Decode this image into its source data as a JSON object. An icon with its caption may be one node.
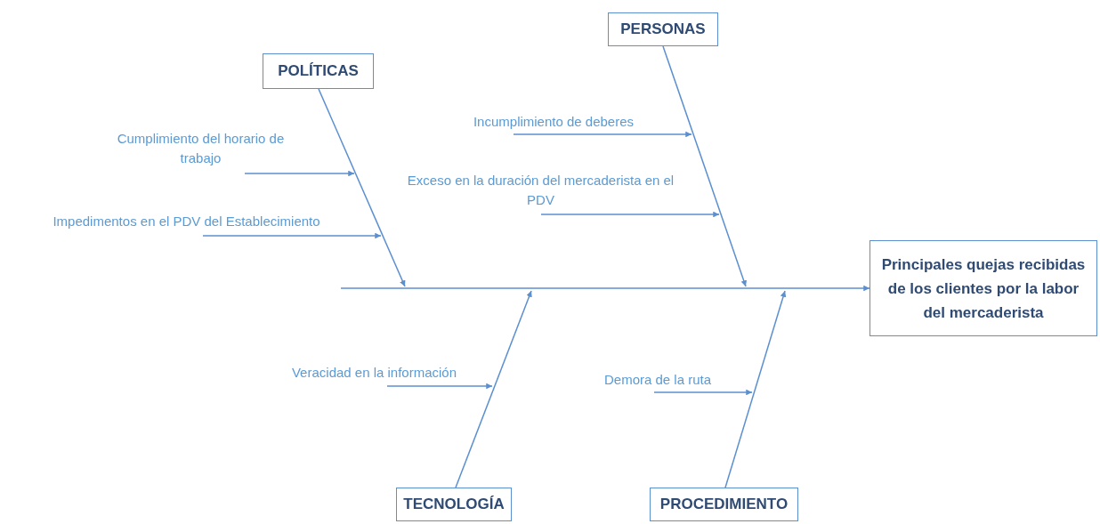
{
  "diagram": {
    "nodes": [
      {
        "text": [
          "POLÍTICAS"
        ]
      },
      {
        "text": [
          "Cumplimiento del horario de trabajo"
        ]
      },
      {
        "text": [
          "Impedimentos en el PDV del Establecimiento"
        ]
      },
      {
        "text": [
          "PERSONAS"
        ]
      },
      {
        "text": [
          "Incumplimiento de deberes"
        ]
      },
      {
        "text": [
          "Exceso en la duración del mercaderista en el PDV"
        ]
      },
      {
        "text": [
          "Principales quejas recibidas de los clientes por la labor del mercaderista"
        ]
      },
      {
        "text": [
          "TECNOLOGÍA"
        ]
      },
      {
        "text": [
          "Veracidad en la información"
        ]
      },
      {
        "text": [
          "PROCEDIMIENTO"
        ]
      },
      {
        "text": [
          "Demora de la ruta"
        ]
      }
    ],
    "edges": [
      {
        "from": 0,
        "to": 6,
        "arrow": "to"
      },
      {
        "from": 1,
        "to": null,
        "arrow": "to"
      },
      {
        "from": 2,
        "to": null,
        "arrow": "to"
      },
      {
        "from": 3,
        "to": 6,
        "arrow": "to"
      },
      {
        "from": 4,
        "to": null,
        "arrow": "to"
      },
      {
        "from": 5,
        "to": null,
        "arrow": "to"
      },
      {
        "from": 7,
        "to": 6,
        "arrow": "to"
      },
      {
        "from": 8,
        "to": null,
        "arrow": "to"
      },
      {
        "from": 9,
        "to": 6,
        "arrow": "to"
      },
      {
        "from": 10,
        "to": null,
        "arrow": "to"
      }
    ]
  }
}
